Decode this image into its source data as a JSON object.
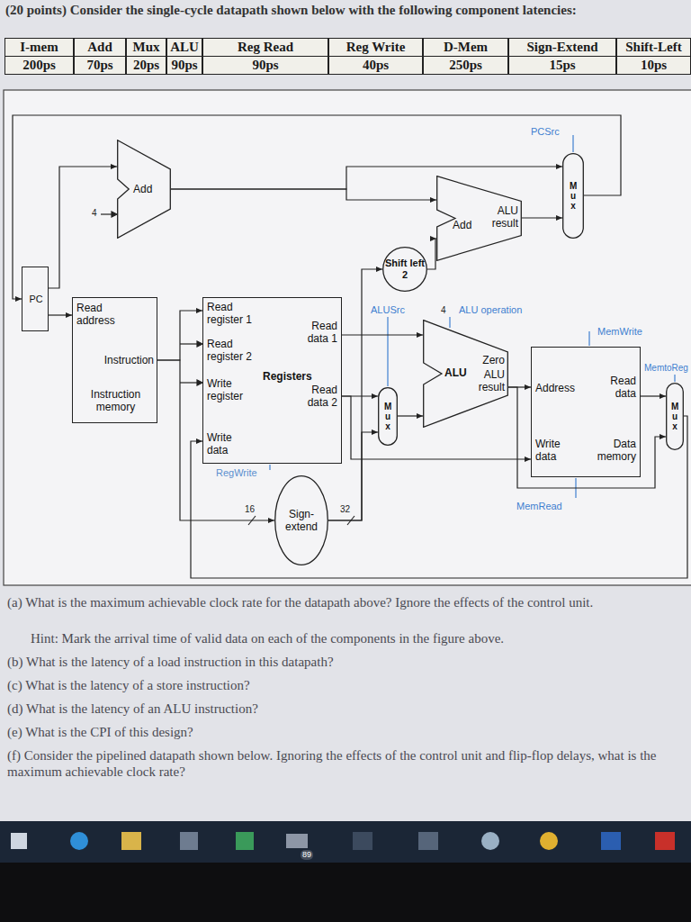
{
  "diagram": {
    "title": "(20 points) Consider the single-cycle datapath shown below with the following component latencies:",
    "nodes": [
      {
        "text": [
          "PC"
        ]
      },
      {
        "text": [
          "Read address",
          "Instruction",
          "Instruction memory"
        ]
      },
      {
        "text": [
          "Add"
        ]
      },
      {
        "text": [
          "Add",
          "ALU result"
        ]
      },
      {
        "text": [
          "M u x"
        ]
      },
      {
        "text": [
          "Shift left 2"
        ]
      },
      {
        "text": [
          "Read register 1",
          "Read register 2",
          "Write register",
          "Write data",
          "Registers",
          "Read data 1",
          "Read data 2"
        ]
      },
      {
        "text": [
          "Sign- extend"
        ]
      },
      {
        "text": [
          "M u x"
        ]
      },
      {
        "text": [
          "Zero",
          "ALU",
          "ALU result"
        ]
      },
      {
        "text": [
          "Address",
          "Read data",
          "Write data",
          "Data memory"
        ]
      },
      {
        "text": [
          "M u x"
        ]
      }
    ],
    "edges": [
      {
        "from": 0,
        "to": 1,
        "arrow": "to"
      },
      {
        "from": 0,
        "to": 2,
        "arrow": "to"
      },
      {
        "from": 2,
        "to": 4,
        "arrow": "to"
      },
      {
        "from": 2,
        "to": 3,
        "arrow": "to"
      },
      {
        "from": 5,
        "to": 3,
        "arrow": "to"
      },
      {
        "from": 3,
        "to": 4,
        "arrow": "to"
      },
      {
        "from": 4,
        "to": 0,
        "arrow": "to"
      },
      {
        "from": 1,
        "to": 6,
        "arrow": "to"
      },
      {
        "from": 1,
        "to": 7,
        "arrow": "to"
      },
      {
        "from": 6,
        "to": 9,
        "arrow": "to"
      },
      {
        "from": 6,
        "to": 8,
        "arrow": "to"
      },
      {
        "from": 6,
        "to": 10,
        "arrow": "to"
      },
      {
        "from": 7,
        "to": 8,
        "arrow": "to"
      },
      {
        "from": 7,
        "to": 5,
        "arrow": "to"
      },
      {
        "from": 8,
        "to": 9,
        "arrow": "to"
      },
      {
        "from": 9,
        "to": 10,
        "arrow": "to"
      },
      {
        "from": 9,
        "to": 11,
        "arrow": "to"
      },
      {
        "from": 10,
        "to": 11,
        "arrow": "to"
      },
      {
        "from": 11,
        "to": 6,
        "arrow": "to"
      }
    ],
    "labels": [
      "I-mem",
      "Add",
      "Mux",
      "ALU",
      "Reg Read",
      "Reg Write",
      "D-Mem",
      "Sign-Extend",
      "Shift-Left",
      "200ps",
      "70ps",
      "20ps",
      "90ps",
      "90ps",
      "40ps",
      "250ps",
      "15ps",
      "10ps",
      "4",
      "PCSrc",
      "ALUSrc",
      "4",
      "ALU operation",
      "MemWrite",
      "MemtoReg",
      "RegWrite",
      "MemRead",
      "16",
      "32",
      "(a) What is the maximum achievable clock rate for the datapath above? Ignore the effects of the control unit.",
      "Hint: Mark the arrival time of valid data on each of the components in the figure above.",
      "(b) What is the latency of a load instruction in this datapath?",
      "(c) What is the latency of a store instruction?",
      "(d) What is the latency of an ALU instruction?",
      "(e) What is the CPI of this design?",
      "(f) Consider the pipelined datapath shown below. Ignoring the effects of the control unit and flip-flop delays, what is the maximum achievable clock rate?",
      "89"
    ]
  }
}
